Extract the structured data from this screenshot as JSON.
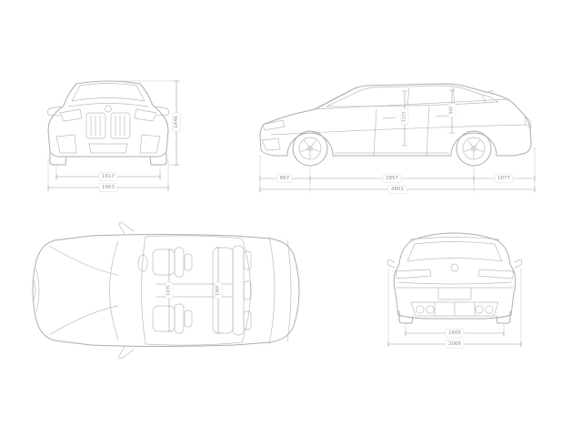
{
  "colors": {
    "line": "#a8aeb8",
    "detail": "#b7bcc4",
    "dim": "#9aa0ab",
    "ext": "#c9ccd3",
    "text": "#8a909c",
    "bg": "#ffffff"
  },
  "front_view": {
    "track_front": "1617",
    "overall_width": "1903",
    "overall_height": "1446"
  },
  "side_view": {
    "front_overhang": "867",
    "wheelbase": "2857",
    "rear_overhang": "1077",
    "overall_length": "4801",
    "cabin_front": "1025",
    "cabin_rear": "940"
  },
  "top_view": {
    "interior_width_front": "1435",
    "interior_width_rear": "1460"
  },
  "rear_view": {
    "track_rear": "1605",
    "width_incl_mirrors": "2068"
  }
}
